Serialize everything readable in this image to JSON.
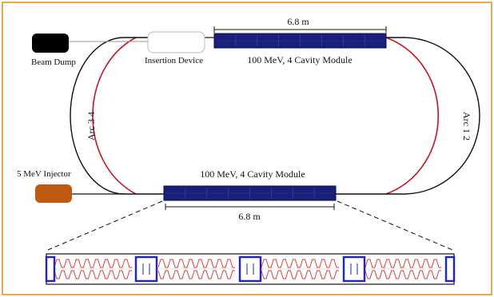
{
  "colors": {
    "frame": "#E6A94C",
    "module_fill": "#1A1F7A",
    "module_stroke": "#0A0E4A",
    "loop_inner": "#C8141E",
    "loop_outer": "#111111",
    "beam_dump": "#000000",
    "injector": "#C05A10",
    "cavity_line": "#E03030",
    "tuner_box": "#1E22E0"
  },
  "labels": {
    "beam_dump": "Beam Dump",
    "insertion_device": "Insertion Device",
    "module_top": "100 MeV, 4 Cavity Module",
    "module_bottom": "100 MeV, 4 Cavity Module",
    "length_top": "6.8 m",
    "length_bottom": "6.8 m",
    "arc_left": "Arc 3 4",
    "arc_right": "Arc 1 2",
    "injector": "5 MeV Injector"
  },
  "icons": {
    "beam_dump": "beam-dump-block-icon",
    "injector": "injector-block-icon",
    "insertion_device": "insertion-device-outline-icon"
  }
}
